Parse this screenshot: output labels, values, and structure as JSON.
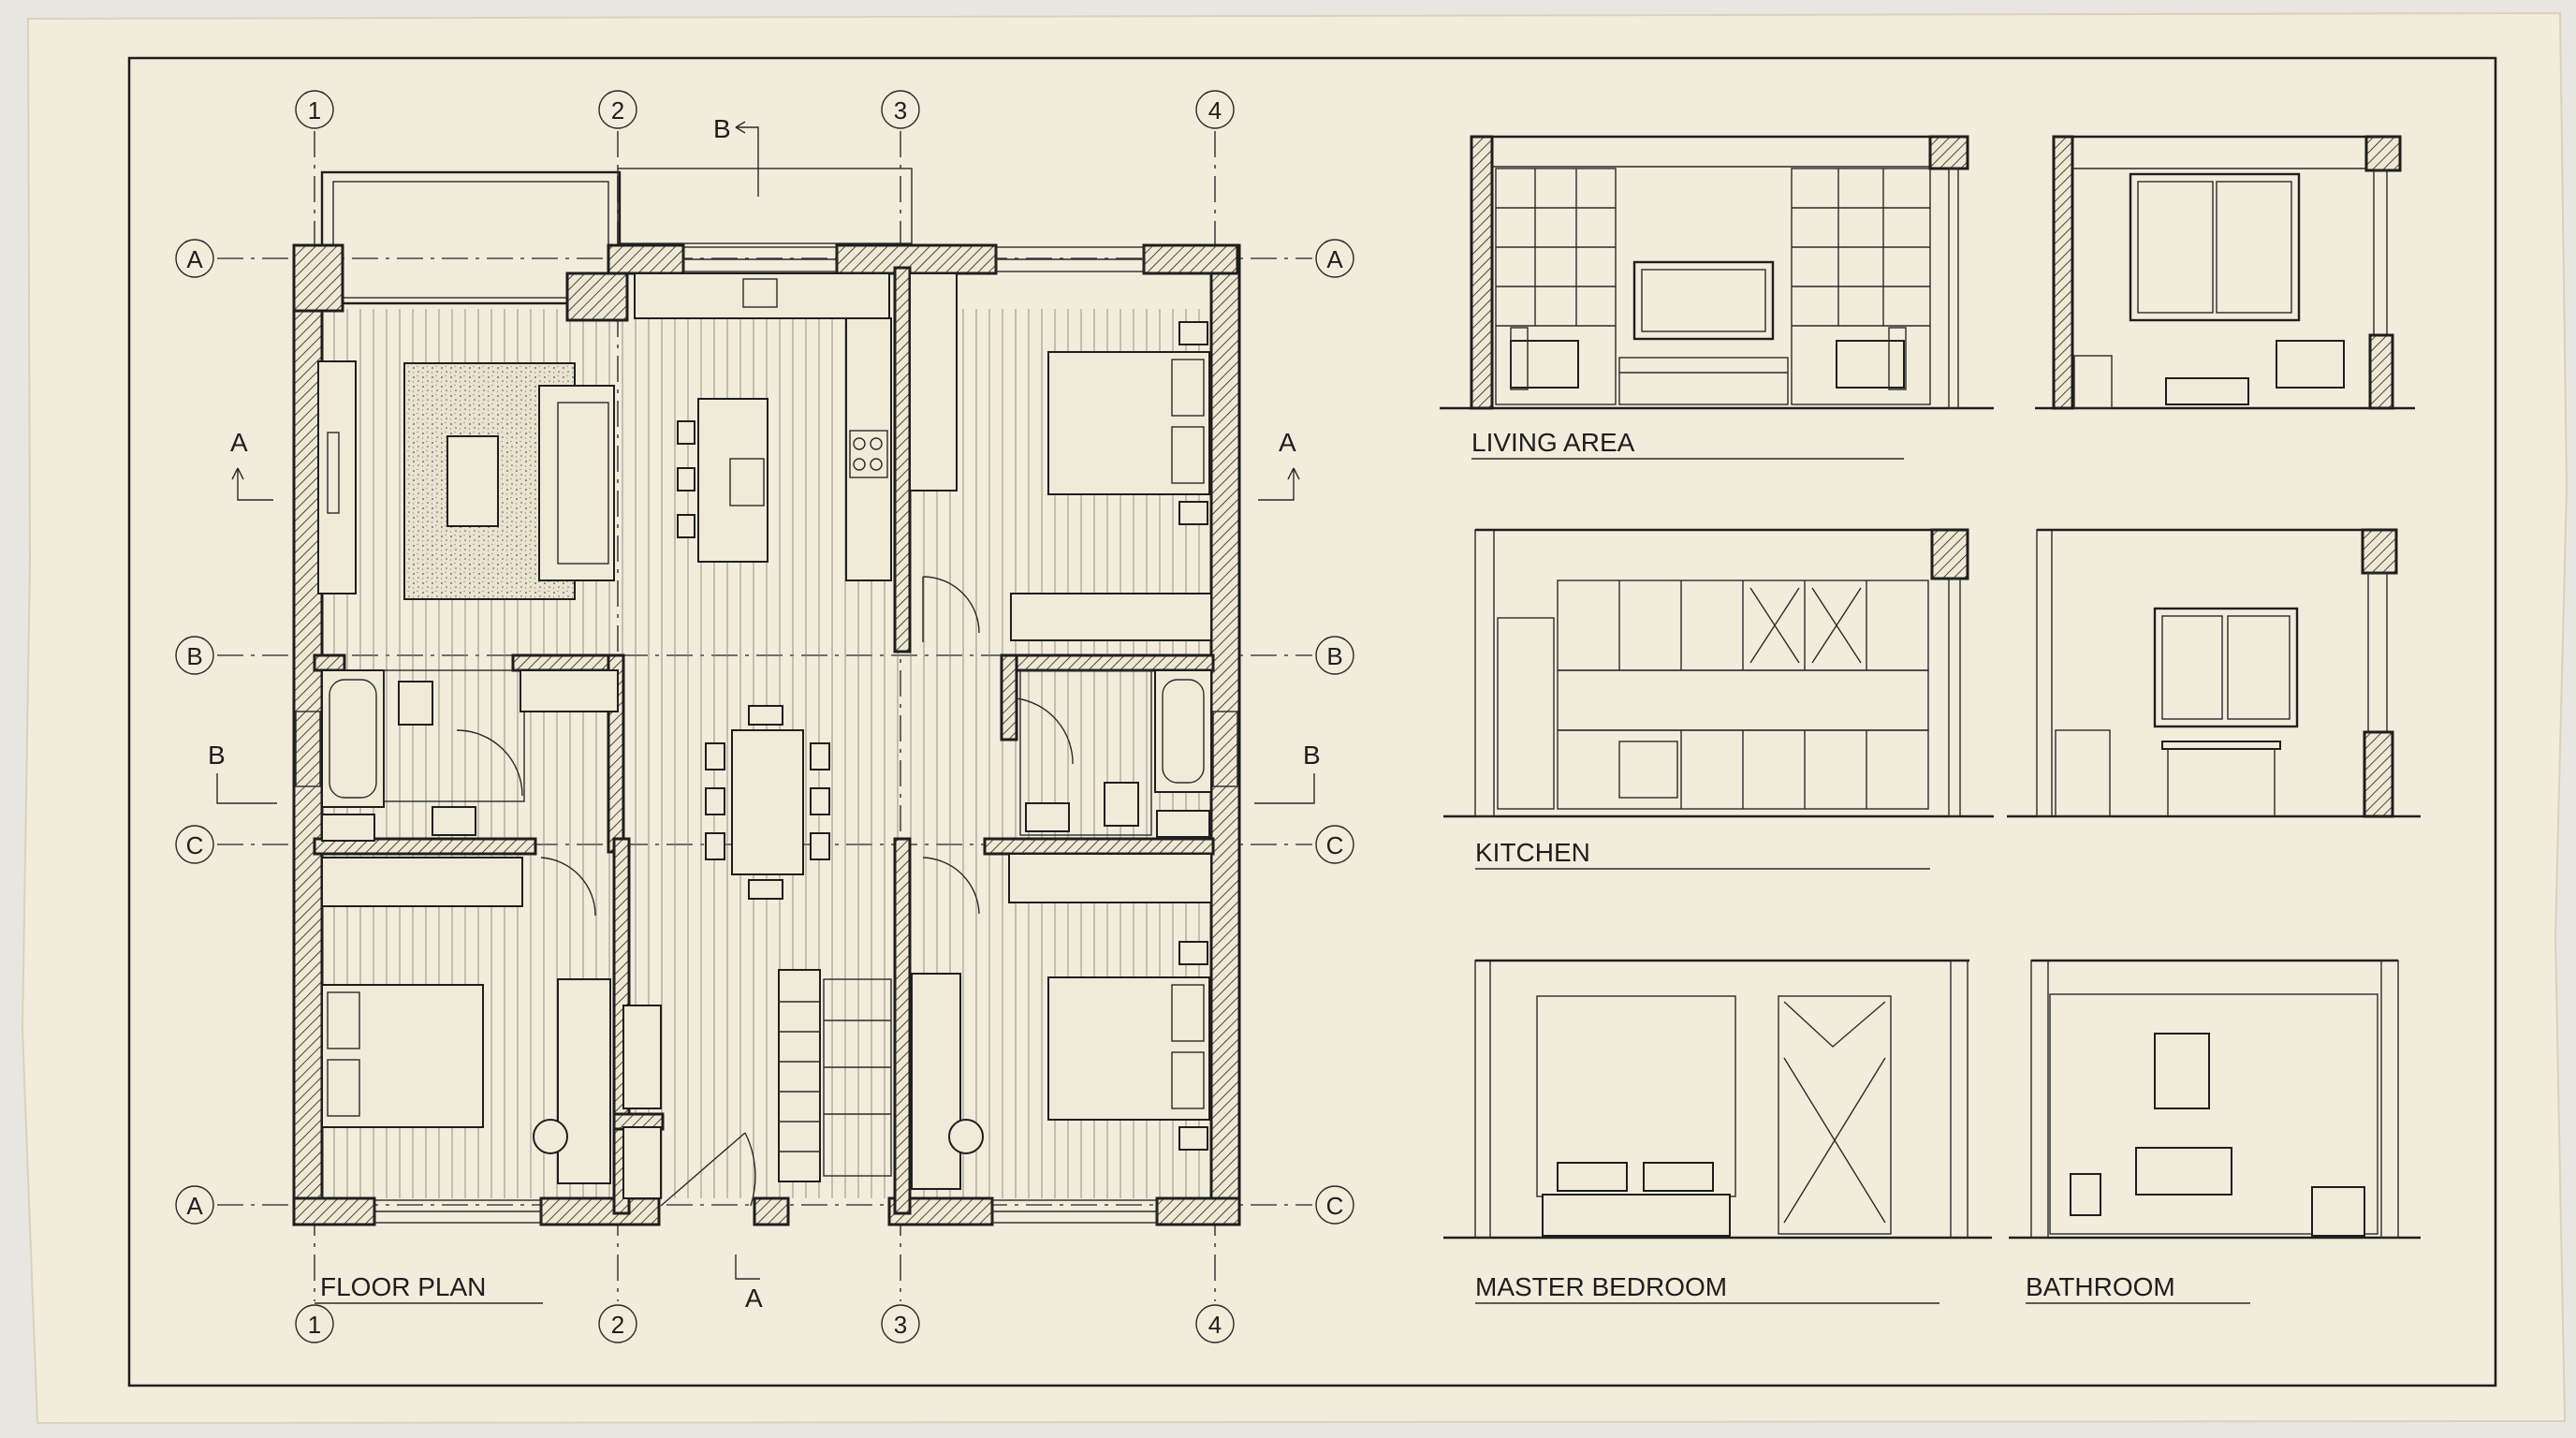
{
  "drawing": {
    "floor_plan_title": "FLOOR PLAN",
    "grid_columns": [
      "1",
      "2",
      "3",
      "4"
    ],
    "grid_rows_left": [
      "A",
      "B",
      "C",
      "A"
    ],
    "grid_rows_right": [
      "A",
      "B",
      "C",
      "C"
    ],
    "section_markers": {
      "top": "B",
      "bottom": "A",
      "left_upper": "A",
      "right_upper": "A",
      "left_lower": "B",
      "right_lower": "B"
    },
    "elevations": {
      "living_area": "LIVING AREA",
      "kitchen": "KITCHEN",
      "master_bedroom": "MASTER BEDROOM",
      "bathroom": "BATHROOM"
    }
  },
  "colors": {
    "paper": "#f2ecdc",
    "ink": "#1e1e1e",
    "background": "#e8e6e1"
  }
}
